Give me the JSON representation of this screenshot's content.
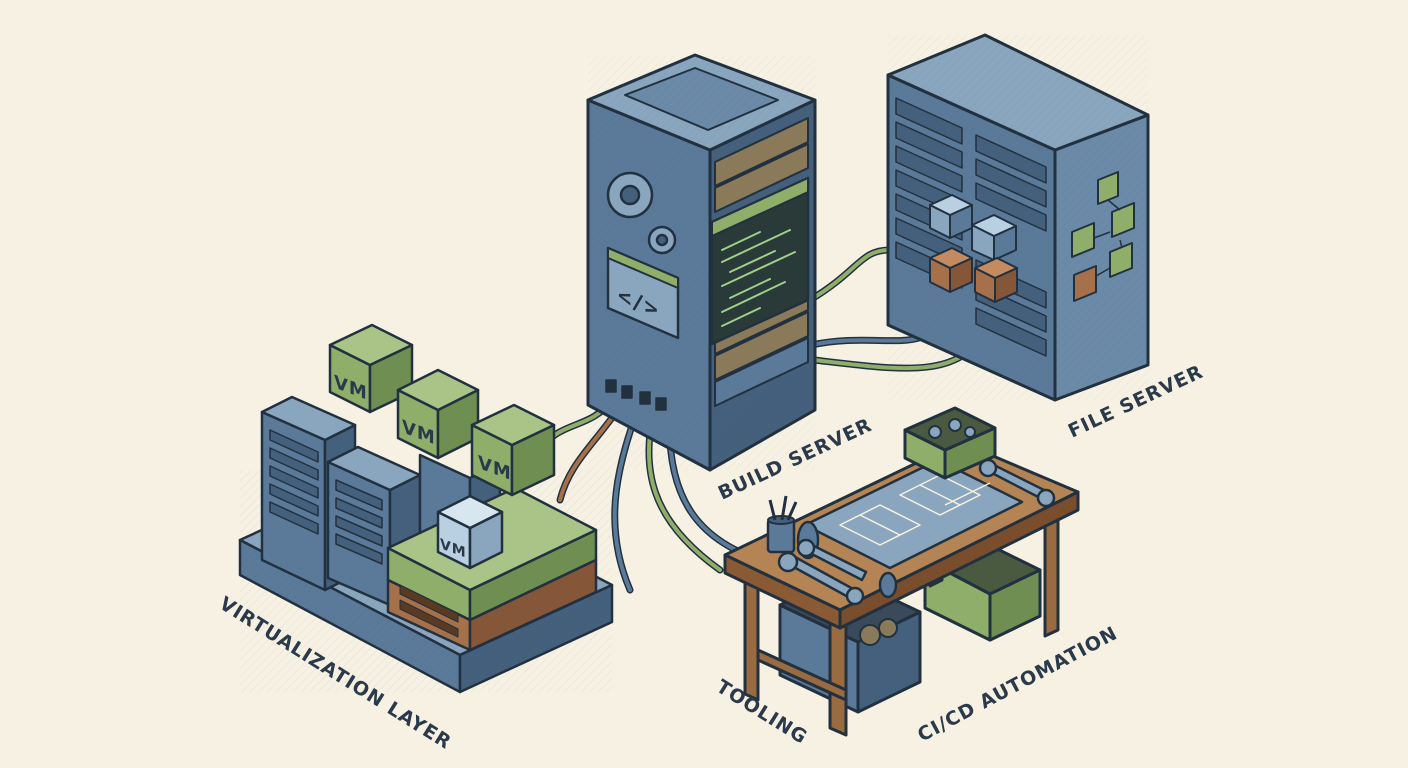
{
  "labels": {
    "virtualization": "VIRTUALIZATION LAYER",
    "build_server": "BUILD SERVER",
    "file_server": "FILE SERVER",
    "tooling": "TOOLING",
    "cicd": "CI/CD AUTOMATION"
  },
  "vm_tag": "VM",
  "code_glyph": "</>",
  "colors": {
    "background": "#f6f1e3",
    "server_blue": "#5b7a9a",
    "server_dark": "#44607c",
    "server_light": "#8aa6bf",
    "vm_green": "#8fae6a",
    "crate_brown": "#a5704a",
    "wood": "#9a6a40",
    "outline": "#22313f",
    "screen": "#2a3a38",
    "code_green": "#9fd08a"
  }
}
